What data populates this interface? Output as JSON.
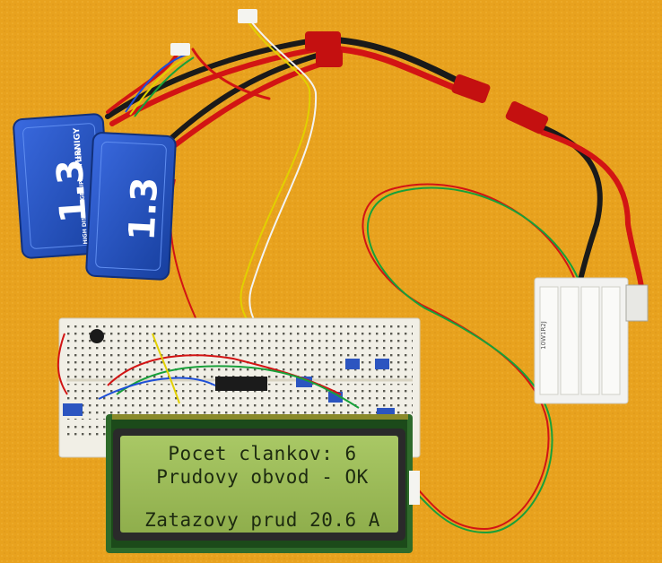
{
  "lcd": {
    "lines": [
      "Pocet clankov: 6",
      "Prudovy obvod - OK",
      "",
      "Zatazovy prud 20.6 A"
    ]
  },
  "battery": {
    "capacity_label": "1.3",
    "brand": "TURNIGY",
    "tagline": "HIGH DISCHARGE LIPO BATTERY"
  },
  "resistor": {
    "value_label": "10W1R2J"
  },
  "colors": {
    "background": "#e8a21e",
    "lcd_screen": "#9fbe5a",
    "lcd_frame": "#2e6a2a",
    "battery": "#1f4fc4",
    "wire_red": "#d21414",
    "wire_black": "#1a1a1a"
  }
}
